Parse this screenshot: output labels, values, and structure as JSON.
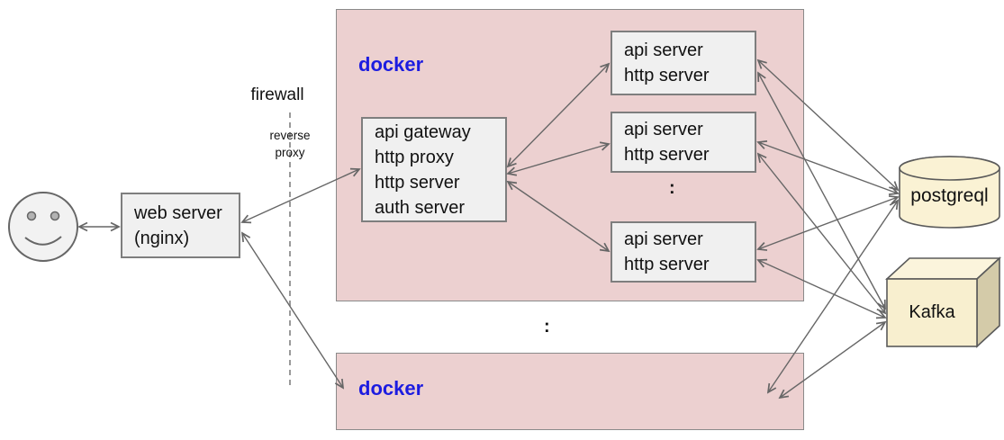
{
  "colors": {
    "docker_container_fill": "#ecd0d0",
    "node_box_fill": "#f0f0f0",
    "node_box_border": "#7e7e7e",
    "datastore_fill": "#faf2d4",
    "kafka_side_fill": "#d4cba9",
    "docker_label_blue": "#1c1ce0",
    "arrow_gray": "#666666",
    "firewall_line_gray": "#999999"
  },
  "nodes": {
    "web_server": {
      "label": "web server\n(nginx)"
    },
    "firewall": {
      "label": "firewall"
    },
    "reverse_proxy": {
      "label": "reverse\nproxy"
    },
    "docker_top": {
      "label": "docker"
    },
    "api_gateway": {
      "label": "api gateway\nhttp proxy\nhttp server\nauth server"
    },
    "api_servers": [
      {
        "label": "api server\nhttp server"
      },
      {
        "label": "api server\nhttp server"
      },
      {
        "label": "api server\nhttp server"
      }
    ],
    "servers_ellipsis": ":",
    "docker_ellipsis": ":",
    "docker_bottom": {
      "label": "docker"
    },
    "postgres": {
      "label": "postgreql"
    },
    "kafka": {
      "label": "Kafka"
    }
  }
}
